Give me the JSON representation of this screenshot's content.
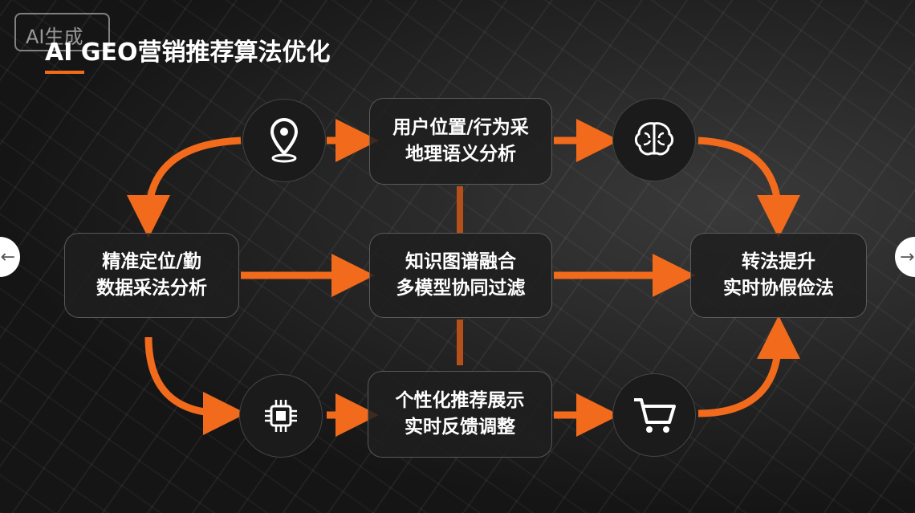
{
  "badge": "AI生成",
  "title": "AI GEO营销推荐算法优化",
  "boxes": {
    "top": [
      "用户位置/行为采",
      "地理语义分析"
    ],
    "left": [
      "精准定位/勤",
      "数据采法分析"
    ],
    "center": [
      "知识图谱融合",
      "多模型协同过滤"
    ],
    "right": [
      "转法提升",
      "实时协假俭法"
    ],
    "bottom": [
      "个性化推荐展示",
      "实时反馈调整"
    ]
  },
  "icons": [
    "location-pin-icon",
    "brain-icon",
    "chip-icon",
    "cart-icon"
  ],
  "nav": {
    "prev": "←",
    "next": "→"
  },
  "colors": {
    "accent": "#f26a1b"
  }
}
